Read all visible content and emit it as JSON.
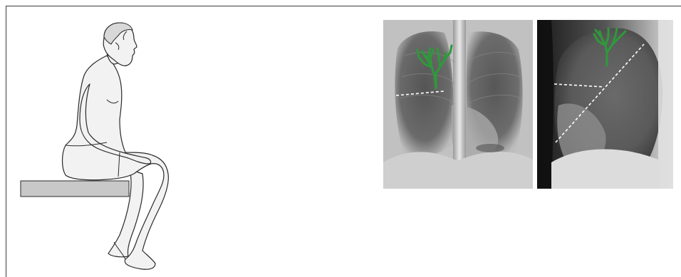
{
  "figure": {
    "left_illustration": "seated-patient",
    "right_images": [
      "chest-xray-pa",
      "chest-xray-lateral"
    ],
    "colors": {
      "border": "#3a3a3a",
      "bronchial_tree": "#2e9a3a",
      "bench": "#c8c8c8",
      "skin": "#f2f2f2",
      "outline": "#2a2a2a",
      "dashed_line": "#ffffff"
    }
  }
}
